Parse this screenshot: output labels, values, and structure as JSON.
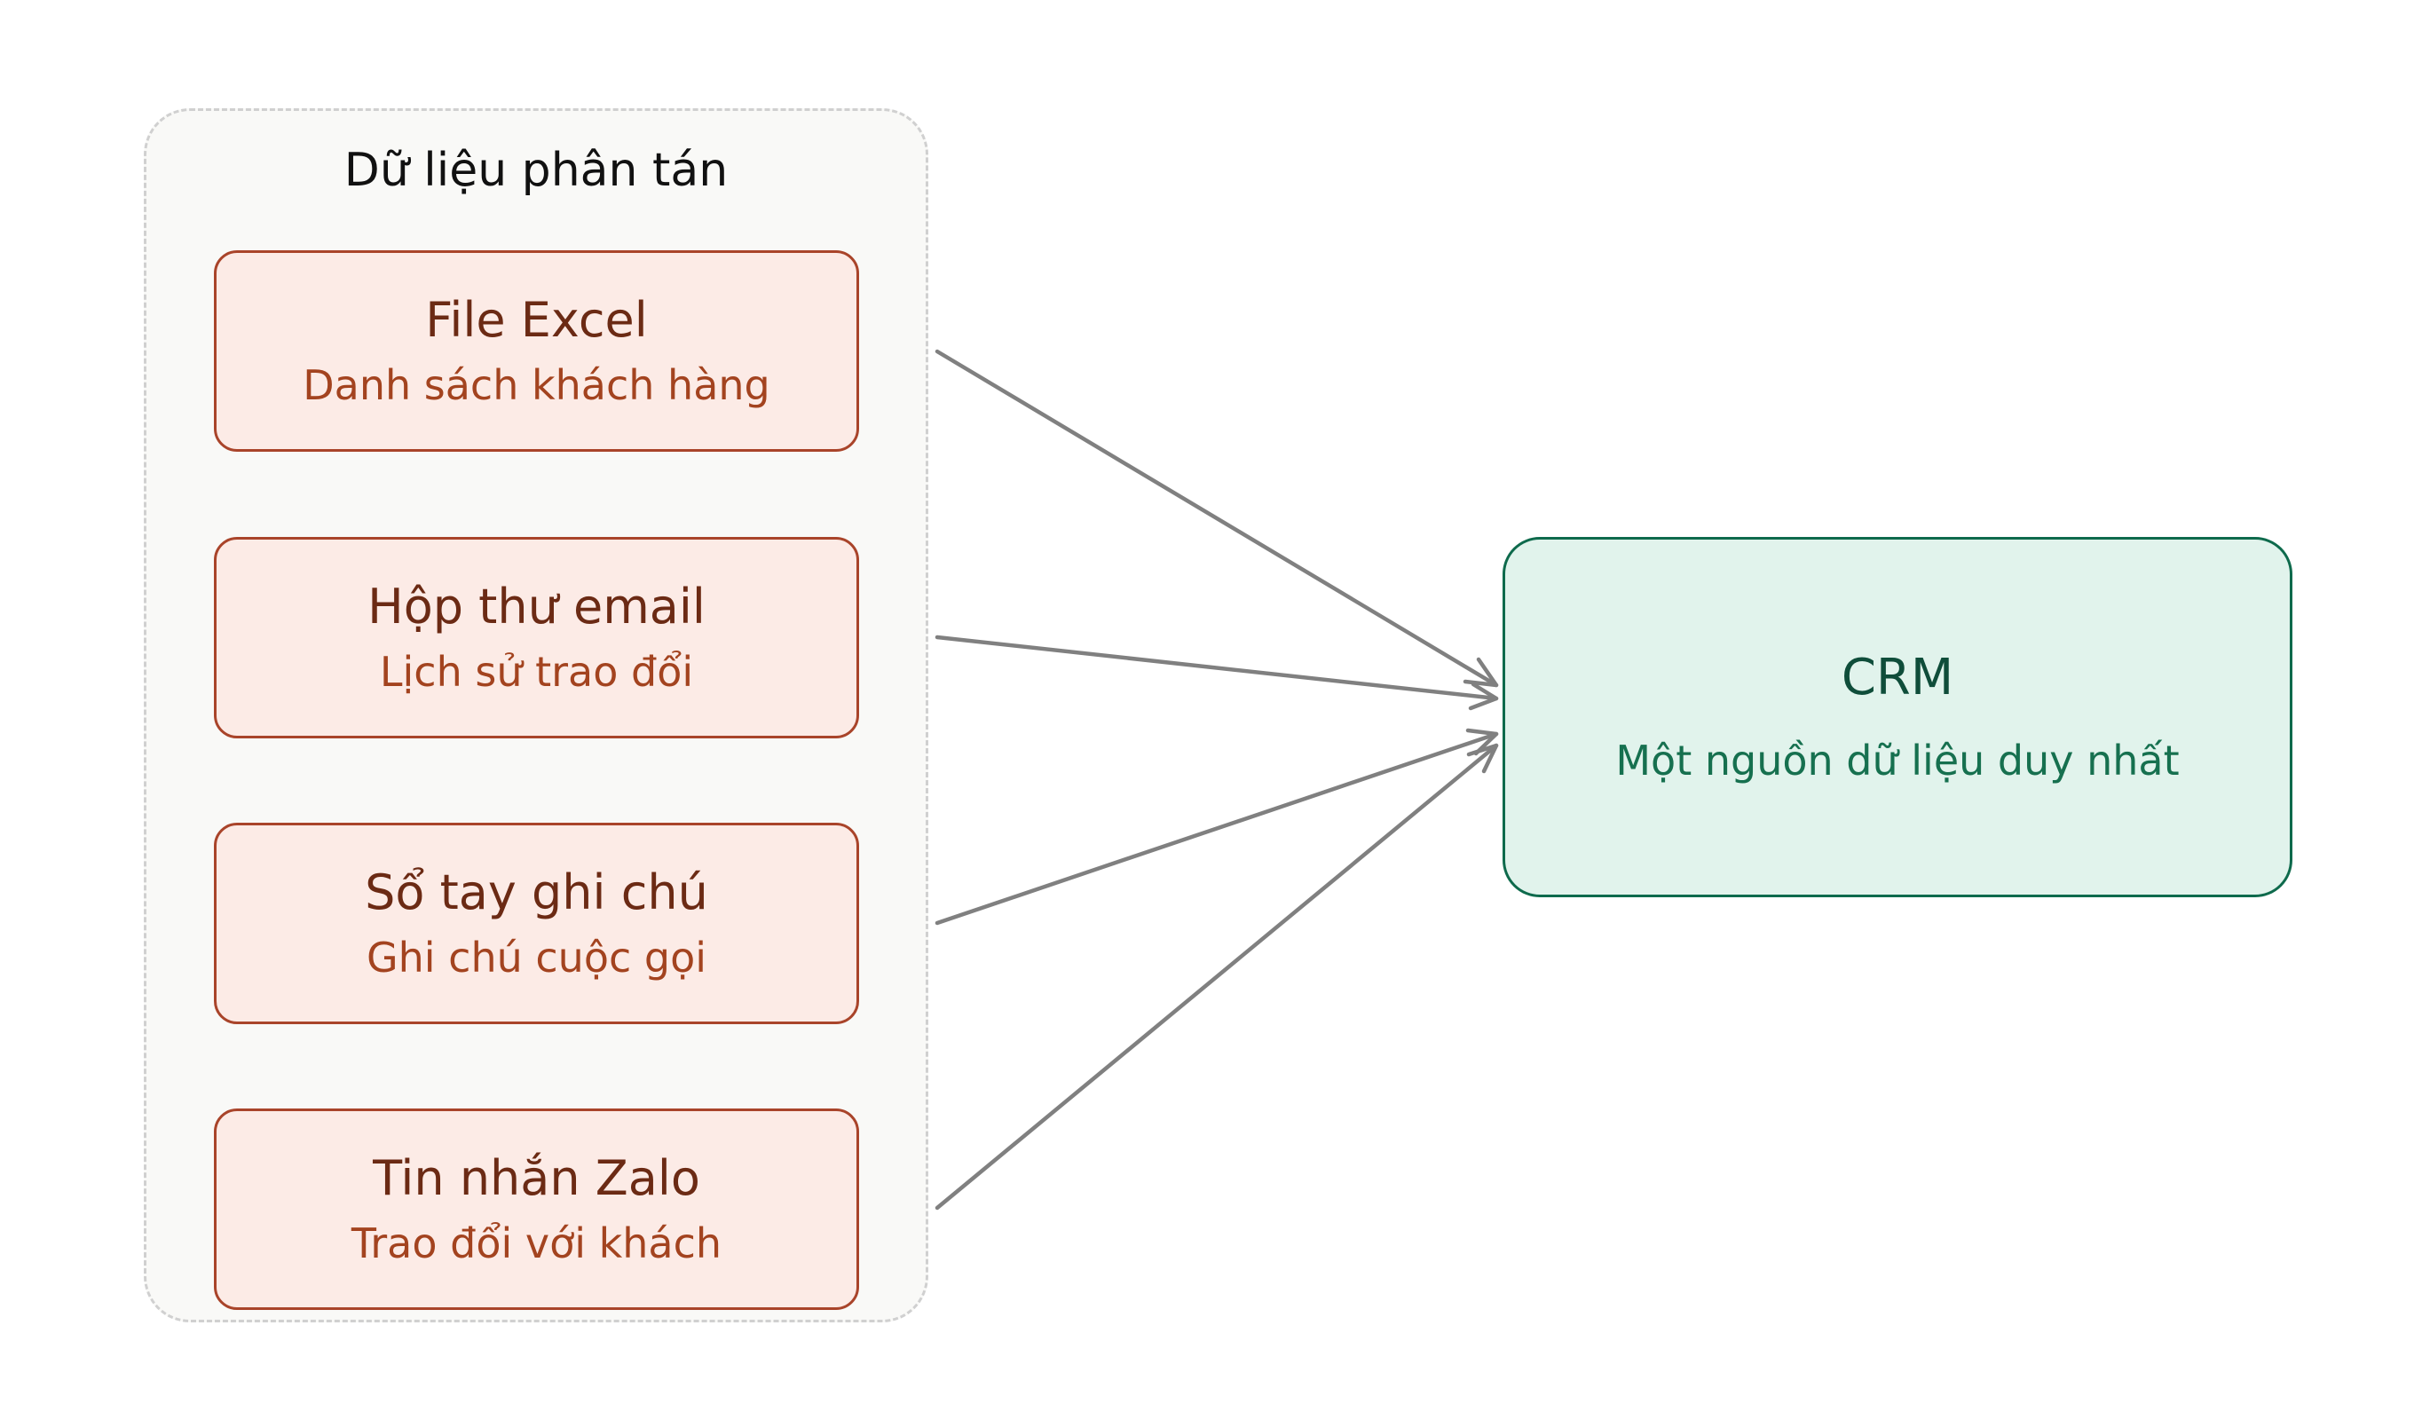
{
  "group": {
    "title": "Dữ liệu phân tán"
  },
  "sources": [
    {
      "title": "File Excel",
      "subtitle": "Danh sách khách hàng"
    },
    {
      "title": "Hộp thư email",
      "subtitle": "Lịch sử trao đổi"
    },
    {
      "title": "Sổ tay ghi chú",
      "subtitle": "Ghi chú cuộc gọi"
    },
    {
      "title": "Tin nhắn Zalo",
      "subtitle": "Trao đổi với khách"
    }
  ],
  "target": {
    "title": "CRM",
    "subtitle": "Một nguồn dữ liệu duy nhất"
  },
  "colors": {
    "source_fill": "#fcebe6",
    "source_border": "#a9442a",
    "target_fill": "#e1f3ec",
    "target_border": "#0e6a4c",
    "arrow": "#808080"
  },
  "edges": [
    {
      "from": "File Excel",
      "to": "CRM"
    },
    {
      "from": "Hộp thư email",
      "to": "CRM"
    },
    {
      "from": "Sổ tay ghi chú",
      "to": "CRM"
    },
    {
      "from": "Tin nhắn Zalo",
      "to": "CRM"
    }
  ]
}
